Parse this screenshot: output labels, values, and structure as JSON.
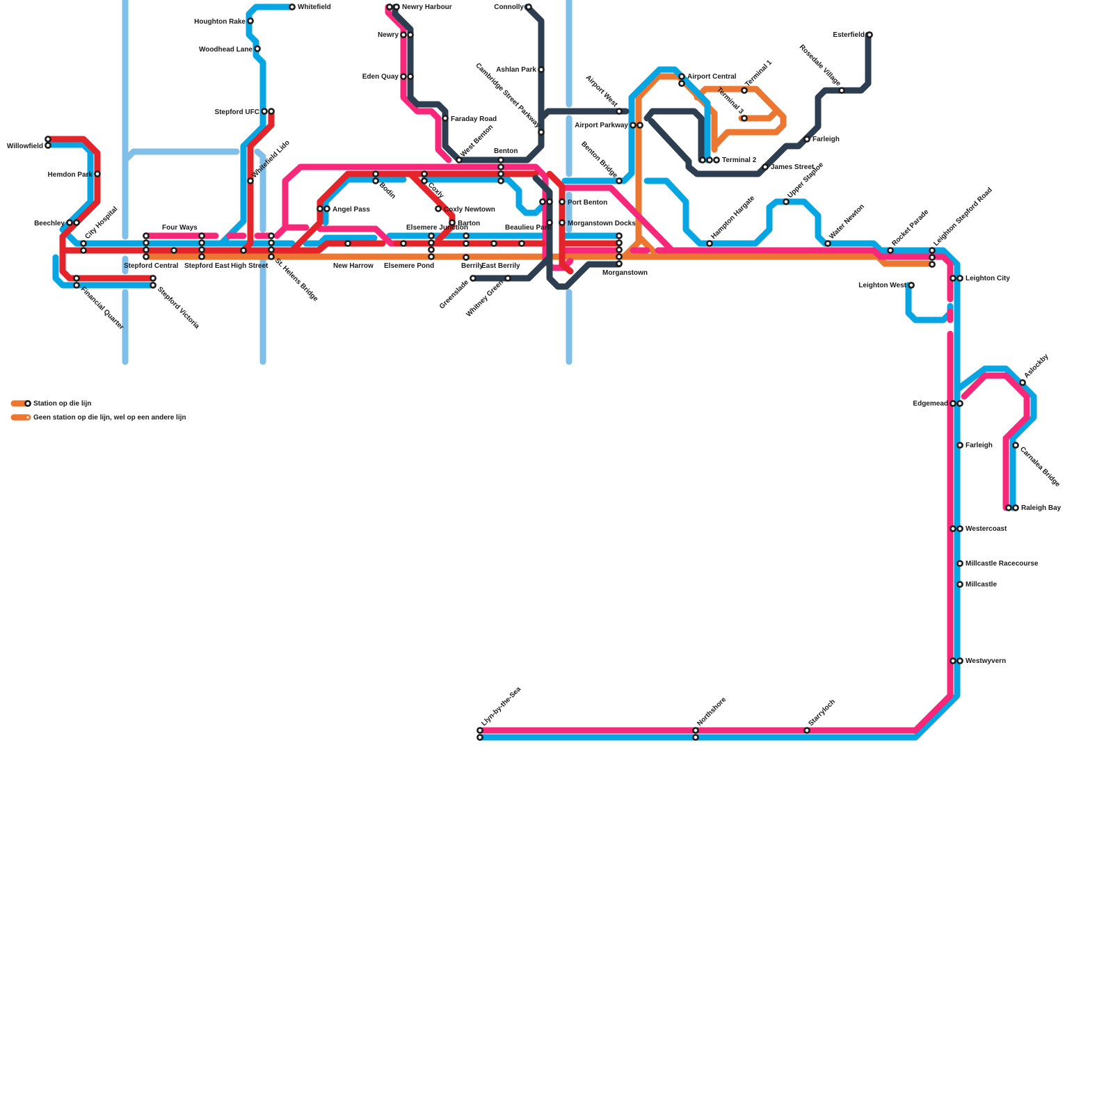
{
  "colors": {
    "blue": "#07a6e2",
    "light_blue": "#7fbfe8",
    "red": "#e3242b",
    "pink": "#f7287a",
    "navy": "#2c3e50",
    "orange": "#ec7730"
  },
  "legend": {
    "station_label": "Station op die lijn",
    "other_line_label": "Geen station op die lijn, wel op een andere lijn"
  },
  "stations": {
    "willowfield": "Willowfield",
    "hemdon_park": "Hemdon Park",
    "beechley": "Beechley",
    "city_hospital": "City Hospital",
    "financial_quarter": "Financial Quarter",
    "stepford_victoria": "Stepford Victoria",
    "stepford_central": "Stepford Central",
    "four_ways": "Four Ways",
    "stepford_east": "Stepford East",
    "high_street": "High Street",
    "st_helens_bridge": "St. Helens Bridge",
    "whitefield_lido": "Whitefield Lido",
    "stepford_ufc": "Stepford UFC",
    "woodhead_lane": "Woodhead Lane",
    "houghton_rake": "Houghton Rake",
    "whitefield": "Whitefield",
    "angel_pass": "Angel Pass",
    "new_harrow": "New Harrow",
    "bodin": "Bodin",
    "elsemere_pond": "Elsemere Pond",
    "elsemere_junction": "Elsemere Junction",
    "coxly": "Coxly",
    "coxly_newtown": "Coxly Newtown",
    "barton": "Barton",
    "berrily": "Berrily",
    "east_berrily": "East Berrily",
    "greenslade": "Greenslade",
    "whitney_green": "Whitney Green",
    "beaulieu_park": "Beaulieu Park",
    "benton": "Benton",
    "west_benton": "West Benton",
    "faraday_road": "Faraday Road",
    "newry_harbour": "Newry Harbour",
    "newry": "Newry",
    "eden_quay": "Eden Quay",
    "connolly": "Connolly",
    "ashlan_park": "Ashlan Park",
    "cambridge_street_parkway": "Cambridge Street Parkway",
    "port_benton": "Port Benton",
    "morganstown_docks": "Morganstown Docks",
    "morganstown": "Morganstown",
    "benton_bridge": "Benton Bridge",
    "airport_west": "Airport West",
    "airport_parkway": "Airport Parkway",
    "airport_central": "Airport Central",
    "terminal_1": "Terminal 1",
    "terminal_3": "Terminal 3",
    "terminal_2": "Terminal 2",
    "james_street": "James Street",
    "hampton_hargate": "Hampton Hargate",
    "upper_staploe": "Upper Staploe",
    "farleigh_north": "Farleigh",
    "rosedale_village": "Rosedale Village",
    "esterfield": "Esterfield",
    "water_newton": "Water Newton",
    "rocket_parade": "Rocket Parade",
    "leighton_stepford_road": "Leighton Stepford Road",
    "leighton_city": "Leighton City",
    "leighton_west": "Leighton West",
    "edgemead": "Edgemead",
    "farleigh_south": "Farleigh",
    "westercoast": "Westercoast",
    "millcastle_racecourse": "Millcastle Racecourse",
    "millcastle": "Millcastle",
    "westwyvern": "Westwyvern",
    "aslockby": "Aslockby",
    "carnalea_bridge": "Carnalea Bridge",
    "raleigh_bay": "Raleigh Bay",
    "llyn_by_the_sea": "Llyn-by-the-Sea",
    "northshore": "Northshore",
    "starryloch": "Starryloch"
  }
}
